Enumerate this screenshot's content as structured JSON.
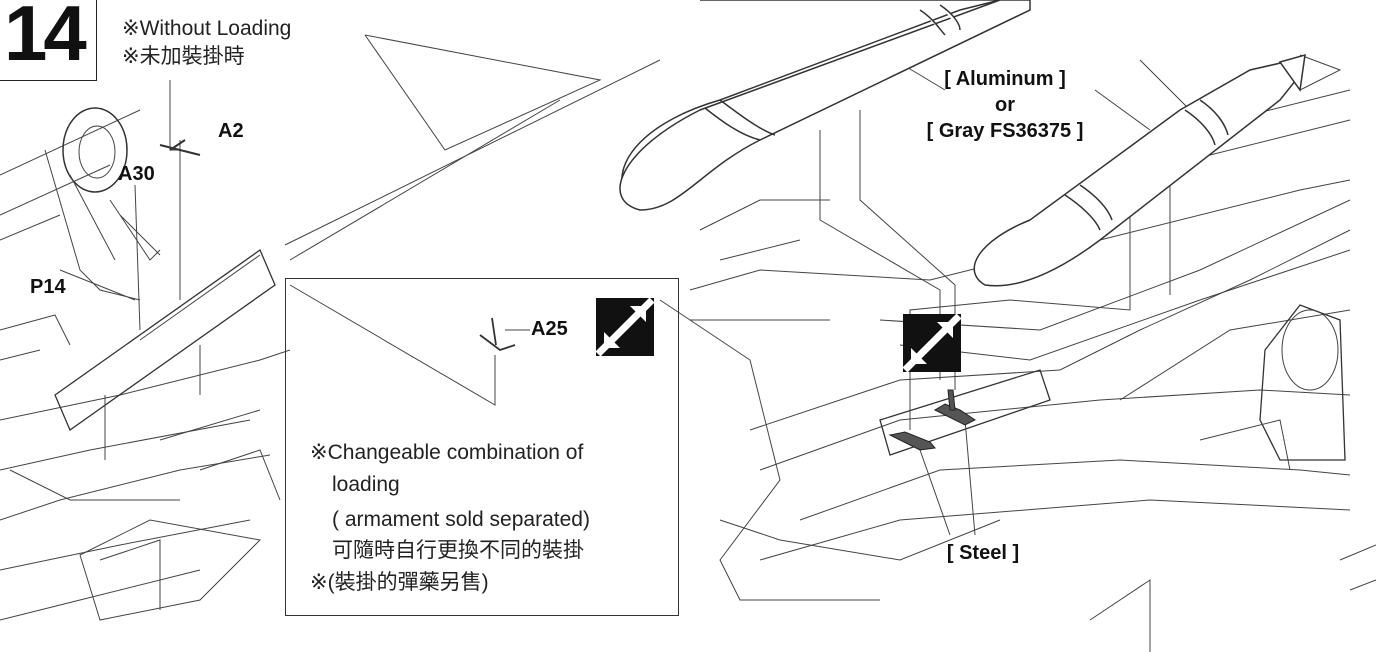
{
  "step": {
    "number": "14"
  },
  "notes": {
    "without_loading_en": "※Without Loading",
    "without_loading_zh": "※未加裝掛時"
  },
  "parts": {
    "a2": "A2",
    "a30": "A30",
    "p14": "P14",
    "a25": "A25"
  },
  "paint": {
    "line1": "[ Aluminum ]",
    "line2": "or",
    "line3": "[ Gray  FS36375 ]",
    "steel": "[ Steel ]"
  },
  "inset": {
    "line1": "※Changeable combination of",
    "line2": "loading",
    "line3": "( armament sold separated)",
    "line4": "可隨時自行更換不同的裝掛",
    "line5": "※(裝掛的彈藥另售)"
  },
  "icons": {
    "swap_icon": "swap-arrows-icon"
  }
}
